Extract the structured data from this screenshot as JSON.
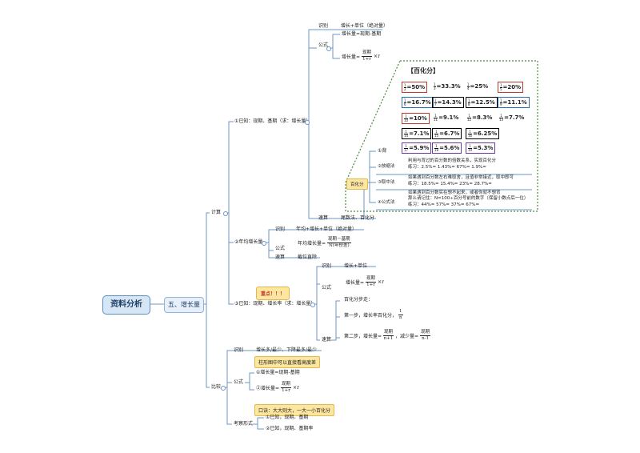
{
  "root": {
    "label": "资料分析"
  },
  "section": {
    "label": "五、增长量"
  },
  "calc": {
    "label": "计算",
    "known": {
      "label": "①已知：现期、基期（求：增长量）",
      "identify": {
        "label": "识别",
        "text": "增长+单位（绝对量）"
      },
      "formula": {
        "label": "公式",
        "text": "增长量=现期-基期",
        "lhs": "增长量=",
        "num": "现期",
        "den": "1+r",
        "tail": "×r"
      },
      "calc": {
        "label": "速算",
        "text": "尾数法、百化分"
      }
    },
    "annual": {
      "label": "②年均增长量",
      "identify": {
        "label": "识别",
        "text": "年均+增长+单位（绝对量）"
      },
      "formula": {
        "label": "公式",
        "lhs": "年均增长量=",
        "num": "现期－基期",
        "den": "N(年份差)"
      },
      "calc": {
        "label": "速算",
        "text": "截位直除"
      }
    },
    "rate": {
      "label": "③已知：现期、增长率（求：增长量）",
      "callout": "重点！！！",
      "identify": {
        "label": "识别",
        "text": "增长+单位"
      },
      "formula": {
        "label": "公式",
        "lhs": "增长量=",
        "num": "现期",
        "den": "1+r",
        "tail": "×r"
      },
      "calc": {
        "label": "速算",
        "step1": "第一步，增长率百化分，",
        "step1_title": "百化分步走：",
        "step1_frac_num": "1",
        "step1_frac_den": "n",
        "step2_pre": "第二步，增长量=",
        "step2_num1": "现期",
        "step2_den1": "n+1",
        "step2_mid": "，减少量=",
        "step2_num2": "现期",
        "step2_den2": "n-1"
      }
    }
  },
  "compare": {
    "label": "比较",
    "identify": {
      "label": "识别",
      "text": "增长多/最少、下降最多/最少"
    },
    "hint1": "柱形图中可以直接看高度差",
    "formula": {
      "label": "公式",
      "f1": "①增长量=现期-基期",
      "f2_lhs": "②增长量=",
      "f2_num": "现期",
      "f2_den": "1+r",
      "f2_tail": "×r"
    },
    "hint2": "口诀：大大则大，一大一小百化分",
    "exam": {
      "label": "考察形式",
      "items": [
        "①已知，现期、基期",
        "②已知，现期、基期率"
      ]
    }
  },
  "panel": {
    "title": "【百化分】",
    "tag": "百化分",
    "back_label": "①背",
    "rows": [
      [
        {
          "n": "1",
          "d": "2",
          "v": "=50%"
        },
        {
          "n": "1",
          "d": "3",
          "v": "=33.3%"
        },
        {
          "n": "1",
          "d": "4",
          "v": "=25%"
        },
        {
          "n": "1",
          "d": "5",
          "v": "=20%"
        }
      ],
      [
        {
          "n": "1",
          "d": "6",
          "v": "=16.7%"
        },
        {
          "n": "1",
          "d": "7",
          "v": "=14.3%"
        },
        {
          "n": "1",
          "d": "8",
          "v": "=12.5%"
        },
        {
          "n": "1",
          "d": "9",
          "v": "=11.1%"
        }
      ],
      [
        {
          "n": "1",
          "d": "10",
          "v": "=10%"
        },
        {
          "n": "1",
          "d": "11",
          "v": "=9.1%"
        },
        {
          "n": "1",
          "d": "12",
          "v": "=8.3%"
        },
        {
          "n": "1",
          "d": "13",
          "v": "=7.7%"
        }
      ],
      [
        {
          "n": "1",
          "d": "14",
          "v": "=7.1%"
        },
        {
          "n": "1",
          "d": "15",
          "v": "=6.7%"
        },
        {
          "n": "1",
          "d": "16",
          "v": "=6.25%"
        }
      ],
      [
        {
          "n": "1",
          "d": "17",
          "v": "=5.9%"
        },
        {
          "n": "1",
          "d": "18",
          "v": "=5.6%"
        },
        {
          "n": "1",
          "d": "19",
          "v": "=5.3%"
        }
      ]
    ],
    "methods": [
      {
        "label": "②放缩法",
        "line1": "利用与背过的百分数的倍数关系，实现百化分",
        "line2": "练习：2.5%=          1.43%=          67%=          1.9%="
      },
      {
        "label": "③取中法",
        "line1": "如果遇到百分数左右难取舍，且值非常接近，取中即可",
        "line2": "练习：18.5%=          15.4%=          23%=          28.7%="
      },
      {
        "label": "④公式法",
        "line1": "如果遇到百分数实在想不起来，或者你就不想背",
        "line2": "那么请记住：N=100÷百分号前的数字（保留小数点后一位）",
        "line3": "练习：44%=          57%=          37%=          67%="
      }
    ]
  },
  "colors": {
    "line": "#6c95c4",
    "panel_border": "#4a8a3a",
    "root_fill": "#d7e6f5"
  }
}
